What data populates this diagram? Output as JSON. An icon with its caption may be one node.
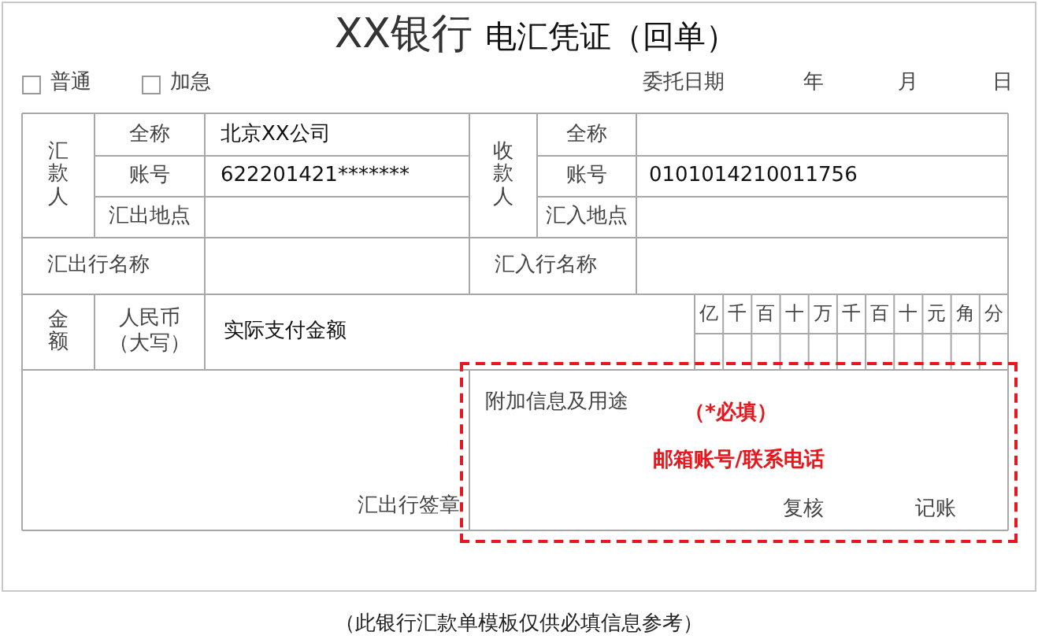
{
  "diagram": {
    "title": "XX银行",
    "caption": "（此银行汇款单模板仅供必填信息参考）",
    "nodes": [
      {
        "text": [
          "附加信息及用途",
          "（*必填）",
          "邮箱账号/联系电话",
          "复核",
          "记账"
        ]
      }
    ],
    "labels": [
      "电汇凭证（回单）",
      "普通",
      "加急",
      "委托日期",
      "年",
      "月",
      "日",
      "汇款人",
      "全称",
      "北京XX公司",
      "收款人",
      "全称",
      "账号",
      "622201421*******",
      "账号",
      "0101014210011756",
      "汇出地点",
      "汇入地点",
      "汇出行名称",
      "汇入行名称",
      "金额",
      "人民币（大写）",
      "实际支付金额",
      "亿",
      "千",
      "百",
      "十",
      "万",
      "千",
      "百",
      "十",
      "元",
      "角",
      "分",
      "汇出行签章"
    ]
  }
}
